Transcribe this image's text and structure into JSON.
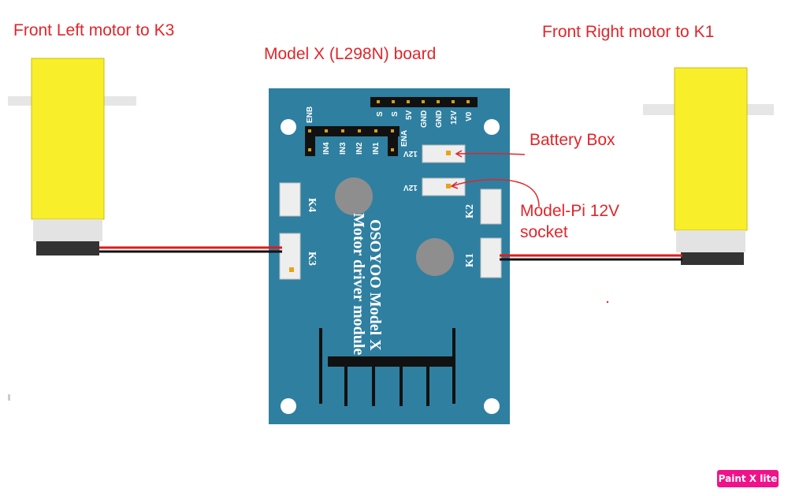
{
  "labels": {
    "front_left": "Front Left motor to K3",
    "board": "Model X (L298N) board",
    "front_right": "Front Right motor to K1",
    "battery_box": "Battery Box",
    "model_pi_line1": "Model-Pi 12V",
    "model_pi_line2": "socket"
  },
  "board": {
    "title": "OSOYOO Model X",
    "subtitle": "Motor driver module",
    "top_pins": [
      "S",
      "S",
      "5V",
      "GND",
      "GND",
      "12V",
      "V0"
    ],
    "left_pins": [
      "ENB",
      "IN4",
      "IN3",
      "IN2",
      "IN1",
      "ENA"
    ],
    "power_socket_1": "12V",
    "power_socket_2": "12V",
    "ports": [
      "K4",
      "K3",
      "K2",
      "K1"
    ]
  },
  "watermark": "Paint X lite",
  "colors": {
    "annotation": "#e0262a",
    "board": "#2f7fa0",
    "motor": "#f8ee2a",
    "wire_red": "#e01b1b",
    "wire_black": "#111111"
  }
}
